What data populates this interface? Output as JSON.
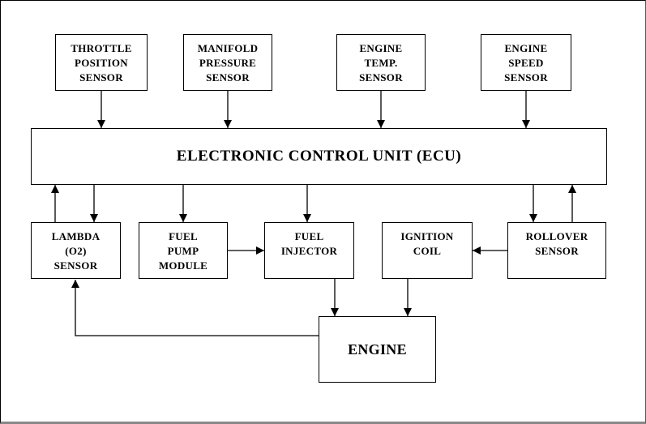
{
  "blocks": {
    "throttle": "THROTTLE\nPOSITION\nSENSOR",
    "manifold": "MANIFOLD\nPRESSURE\nSENSOR",
    "engine_temp": "ENGINE\nTEMP.\nSENSOR",
    "engine_speed": "ENGINE\nSPEED\nSENSOR",
    "ecu": "ELECTRONIC CONTROL UNIT (ECU)",
    "lambda": "LAMBDA\n(O2)\nSENSOR",
    "fuel_pump": "FUEL\nPUMP\nMODULE",
    "fuel_injector": "FUEL\nINJECTOR",
    "ignition_coil": "IGNITION\nCOIL",
    "rollover": "ROLLOVER\nSENSOR",
    "engine": "ENGINE"
  }
}
